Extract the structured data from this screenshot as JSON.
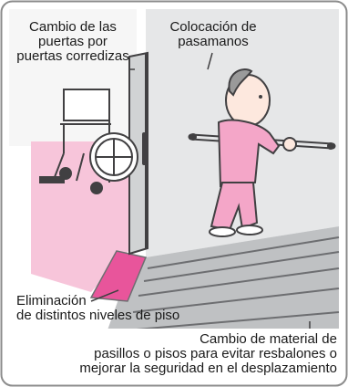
{
  "labels": {
    "doors": [
      "Cambio de las",
      "puertas por",
      "puertas corredizas"
    ],
    "handrails": [
      "Colocación de",
      "pasamanos"
    ],
    "levels": [
      "Eliminación",
      "de distintos niveles de piso"
    ],
    "floor": [
      "Cambio de material de",
      "pasillos o pisos para evitar resbalones o",
      "mejorar la seguridad en el desplazamiento"
    ]
  },
  "colors": {
    "background": "#ffffff",
    "frame_border": "#8c8c8c",
    "wall_left": "#f1f2f2",
    "wall_right": "#e6e7e8",
    "floor_pink": "#f7c5da",
    "ramp_pink": "#e8559b",
    "floor_boards": "#bfc1c3",
    "board_lines": "#6d6e71",
    "person_pink": "#f4a6c8",
    "skin": "#fde8de",
    "hair": "#9a9a9a"
  },
  "icons": [
    "wheelchair-icon",
    "sliding-door-icon",
    "handrail-icon",
    "elderly-person-icon"
  ]
}
